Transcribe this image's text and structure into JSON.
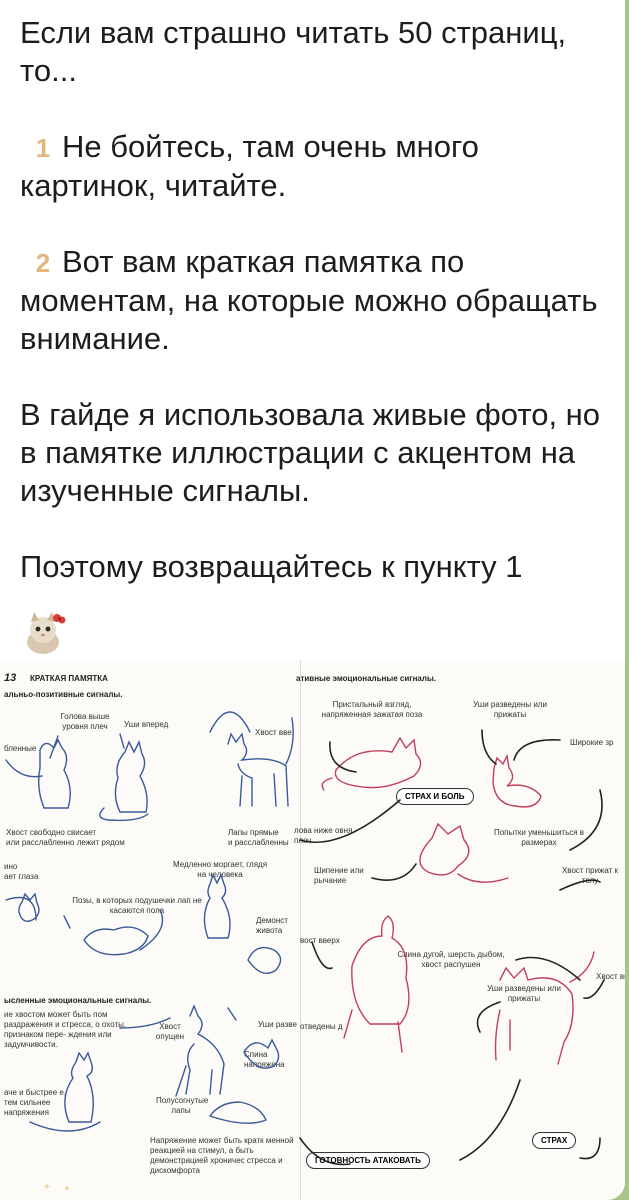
{
  "message": {
    "lines": [
      "Если вам страшно читать 50 страниц, то...",
      "Не бойтесь, там очень много картинок, читайте.",
      "Вот вам краткая памятка по моментам, на которые можно обращать внимание.",
      "В гайде я использовала живые фото, но в памятке иллюстрации с акцентом на изученные сигналы.",
      "Поэтому возвращайтесь к пункту 1"
    ],
    "markers": [
      "1",
      "2"
    ]
  },
  "image": {
    "page_number": "13",
    "left": {
      "title": "КРАТКАЯ ПАМЯТКА",
      "subtitle": "альньо-позитивные сигналы.",
      "labels": [
        "Голова выше уровня плеч",
        "Уши вперед",
        "Хвост вве",
        "бленные",
        "Хвост свободно свисает",
        "или расслабленно лежит рядом",
        "Лапы прямые",
        "и расслабленны",
        "Медленно моргает, глядя на человека",
        "ино",
        "ает глаза",
        "Позы, в которых подушечки лап не касаются пола",
        "Демонст живота",
        "ысленные эмоциональные сигналы.",
        "ие хвостом может быть пом раздражения и стресса, о охоты, признаком пере- ждения или задумчивости.",
        "Хвост опущен",
        "Уши разве",
        "Спина напряжена",
        "Полусогнутые лапы",
        "аче и быстрее е, тем сильнее напряжения",
        "Напряжение может быть кратк менной реакцией на стимул, а быть демонстрацией хроничес стресса и дискомфорта"
      ]
    },
    "right": {
      "subtitle": "ативные эмоциональные сигналы.",
      "labels": [
        "Пристальный взгляд, напряженная зажатая поза",
        "Уши разведены или прижаты",
        "Широкие зр",
        "лова ниже овня плеч",
        "Попытки уменьшиться в размерах",
        "Шипение или рычание",
        "Хвост прижат к телу",
        "вост вверх",
        "Спина дугой, шерсть дыбом, хвост распушен",
        "Хвост вн",
        "Уши разведены или прижаты",
        "отведены д"
      ],
      "pills": [
        "СТРАХ И БОЛЬ",
        "ГОТОВНОСТЬ АТАКОВАТЬ",
        "СТРАХ"
      ]
    }
  },
  "colors": {
    "chat_bg": "#a7c48a",
    "bubble": "#ffffff",
    "text": "#1d1d1d",
    "blue_cats": "#3a5a9a",
    "red_cats": "#c0405a",
    "marker": "#e2b67c"
  }
}
